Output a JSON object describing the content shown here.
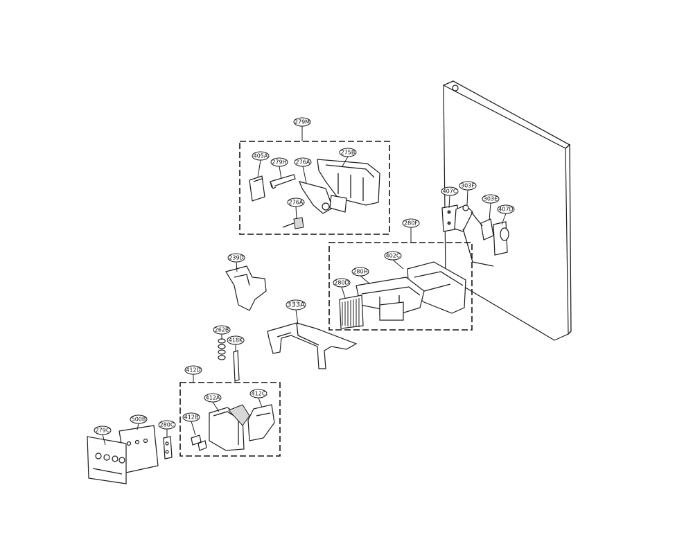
{
  "diagram": {
    "callouts": {
      "c279m": "279M",
      "c405a": "405A",
      "c279h": "279H",
      "c276a_top": "276A",
      "c275b": "275B",
      "c276a": "276A",
      "c407c": "407C",
      "c303f": "303F",
      "c303e": "303E",
      "c407d": "407D",
      "c280f": "280F",
      "c402c": "402C",
      "c280h": "280H",
      "c280d": "280D",
      "c239d": "239D",
      "c333a": "333A",
      "c262b": "262B",
      "c418k": "418K",
      "c412d": "412D",
      "c412a": "412A",
      "c412c": "412C",
      "c412b": "412B",
      "c279c": "279C",
      "c500b": "500B",
      "c280c": "280C"
    }
  }
}
